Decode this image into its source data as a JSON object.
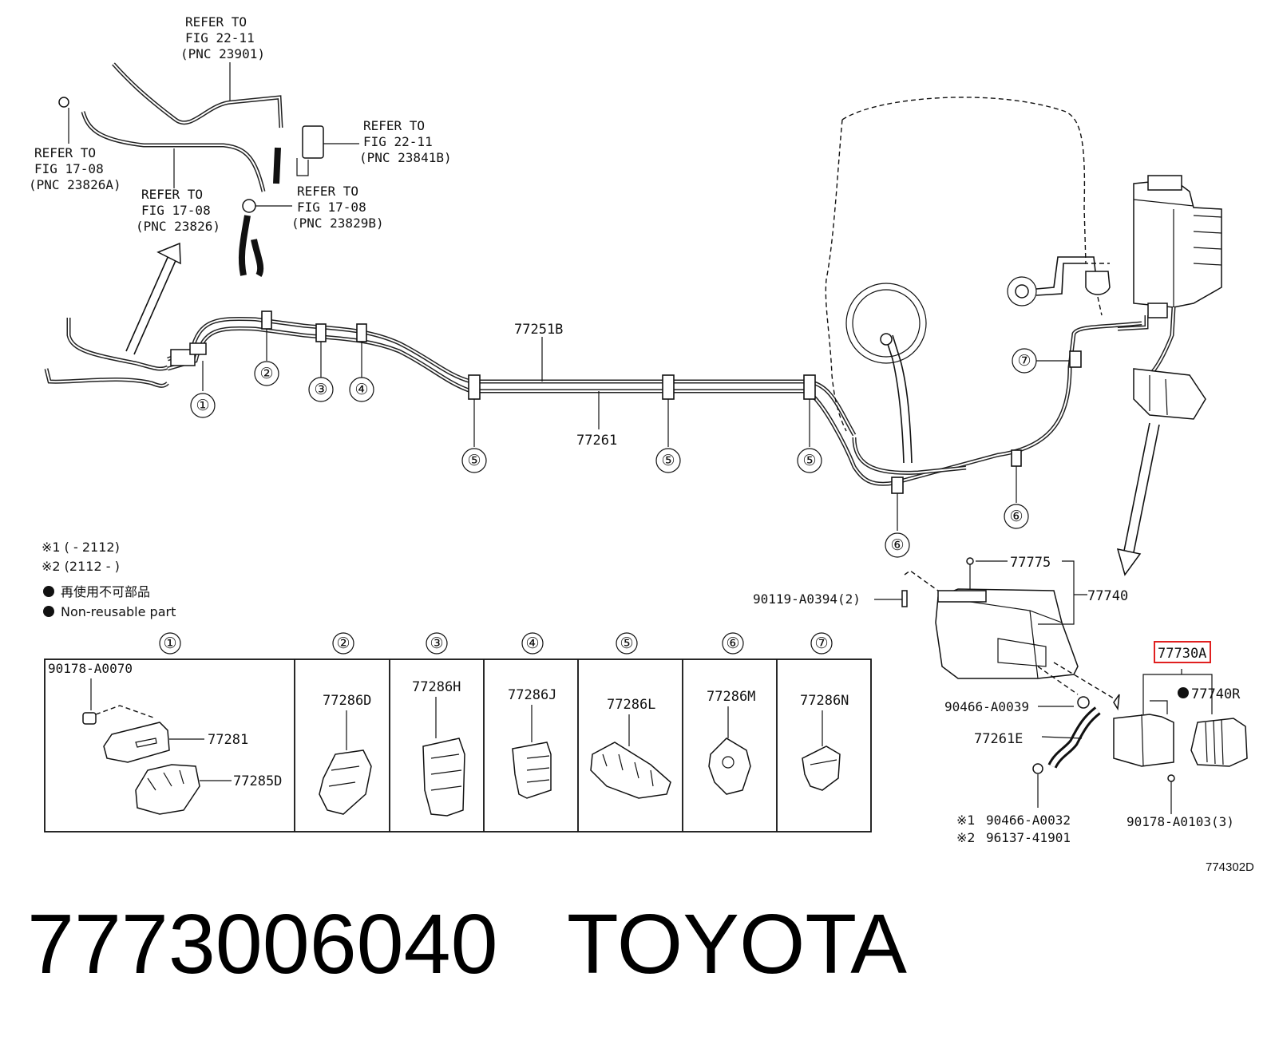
{
  "references": [
    {
      "l1": "REFER TO",
      "l2": "FIG 22-11",
      "l3": "(PNC 23901)"
    },
    {
      "l1": "REFER TO",
      "l2": "FIG 22-11",
      "l3": "(PNC 23841B)"
    },
    {
      "l1": "REFER TO",
      "l2": "FIG 17-08",
      "l3": "(PNC 23826A)"
    },
    {
      "l1": "REFER TO",
      "l2": "FIG 17-08",
      "l3": "(PNC 23826)"
    },
    {
      "l1": "REFER TO",
      "l2": "FIG 17-08",
      "l3": "(PNC 23829B)"
    }
  ],
  "labels": {
    "p77251B": "77251B",
    "p77261": "77261",
    "p77775": "77775",
    "p77740": "77740",
    "p90119": "90119-A0394(2)",
    "p77730A": "77730A",
    "p77740R": "77740R",
    "p90466_39": "90466-A0039",
    "p77261E": "77261E",
    "p90466_32": "90466-A0032",
    "p96137": "96137-41901",
    "p90178_103": "90178-A0103(3)",
    "diagram_code": "774302D"
  },
  "notes": {
    "n1": "※1 (      - 2112)",
    "n2": "※2 (2112 -      )",
    "bullet_jp": "再使用不可部品",
    "bullet_en": "Non-reusable part",
    "mark1": "※1",
    "mark2": "※2"
  },
  "circled": [
    "①",
    "②",
    "③",
    "④",
    "⑤",
    "⑥",
    "⑦"
  ],
  "table": {
    "headers": [
      "①",
      "②",
      "③",
      "④",
      "⑤",
      "⑥",
      "⑦"
    ],
    "cell1": {
      "top": "90178-A0070",
      "a": "77281",
      "b": "77285D"
    },
    "cells": [
      "77286D",
      "77286H",
      "77286J",
      "77286L",
      "77286M",
      "77286N"
    ]
  },
  "highlight_color": "#e02020",
  "caption": "7773006040   TOYOTA"
}
